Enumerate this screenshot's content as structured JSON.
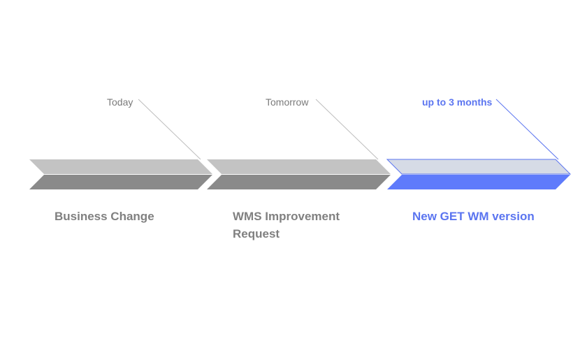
{
  "steps": [
    {
      "time": "Today",
      "title": "Business Change",
      "highlight": false
    },
    {
      "time": "Tomorrow",
      "title": "WMS Improvement Request",
      "highlight": false
    },
    {
      "time": "up to 3 months",
      "title": "New GET WM version",
      "highlight": true
    }
  ],
  "colors": {
    "arrow_top_gray": "#c3c3c3",
    "arrow_bottom_gray": "#8a8a8a",
    "arrow_top_blue": "#d6dbe6",
    "arrow_bottom_blue": "#5f7bfb",
    "leader_gray": "#bdbdbd",
    "leader_blue": "#5b75f0",
    "text_gray": "#808080",
    "text_blue": "#5b75f0"
  }
}
